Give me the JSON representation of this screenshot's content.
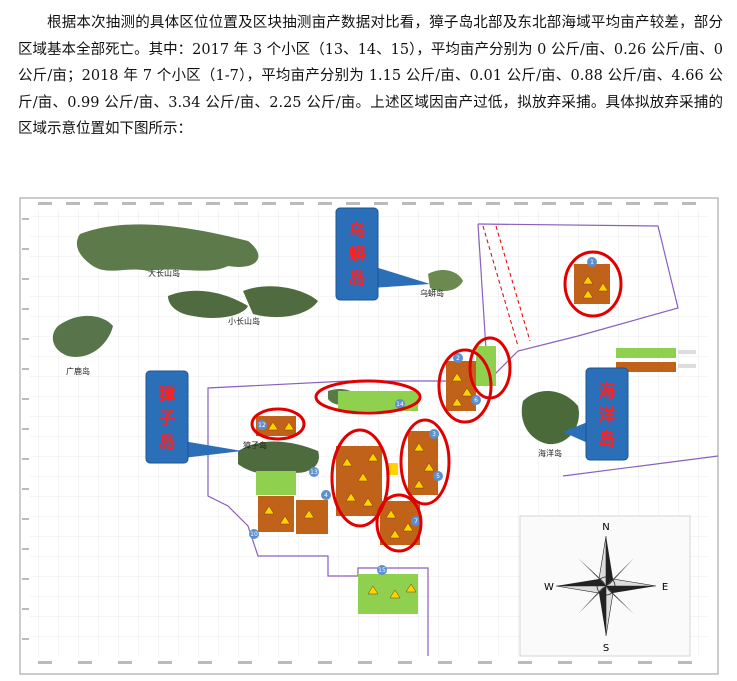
{
  "paragraph": "根据本次抽测的具体区位位置及区块抽测亩产数据对比看，獐子岛北部及东北部海域平均亩产较差，部分区域基本全部死亡。其中：2017 年 3 个小区（13、14、15），平均亩产分别为 0 公斤/亩、0.26 公斤/亩、0 公斤/亩；2018 年 7 个小区（1-7），平均亩产分别为 1.15 公斤/亩、0.01 公斤/亩、0.88 公斤/亩、4.66 公斤/亩、0.99 公斤/亩、3.34 公斤/亩、2.25 公斤/亩。上述区域因亩产过低，拟放弃采捕。具体拟放弃采捕的区域示意位置如下图所示：",
  "map": {
    "callouts": {
      "wuman": "乌蟒岛",
      "zhangzi": "獐子岛",
      "haiyang": "海洋岛"
    },
    "island_labels": {
      "da_changshan": "大长山岛",
      "xiao_changshan": "小长山岛",
      "guanglu": "广鹿岛",
      "wuman_small": "乌蟒岛",
      "zhangzi_small": "獐子岛",
      "haiyang_small": "海洋岛"
    },
    "compass": {
      "n": "N",
      "s": "S",
      "e": "E",
      "w": "W"
    },
    "zone_numbers": [
      "1",
      "2",
      "3",
      "4",
      "5",
      "6",
      "7",
      "10",
      "12",
      "13",
      "14",
      "15"
    ],
    "colors": {
      "green_zone": "#8fd14f",
      "brown_zone": "#c0621a",
      "red_circle": "#e00000",
      "callout_blue": "#2a6fb8",
      "callout_text": "#ff2020",
      "boundary": "#8a5fc0"
    }
  }
}
